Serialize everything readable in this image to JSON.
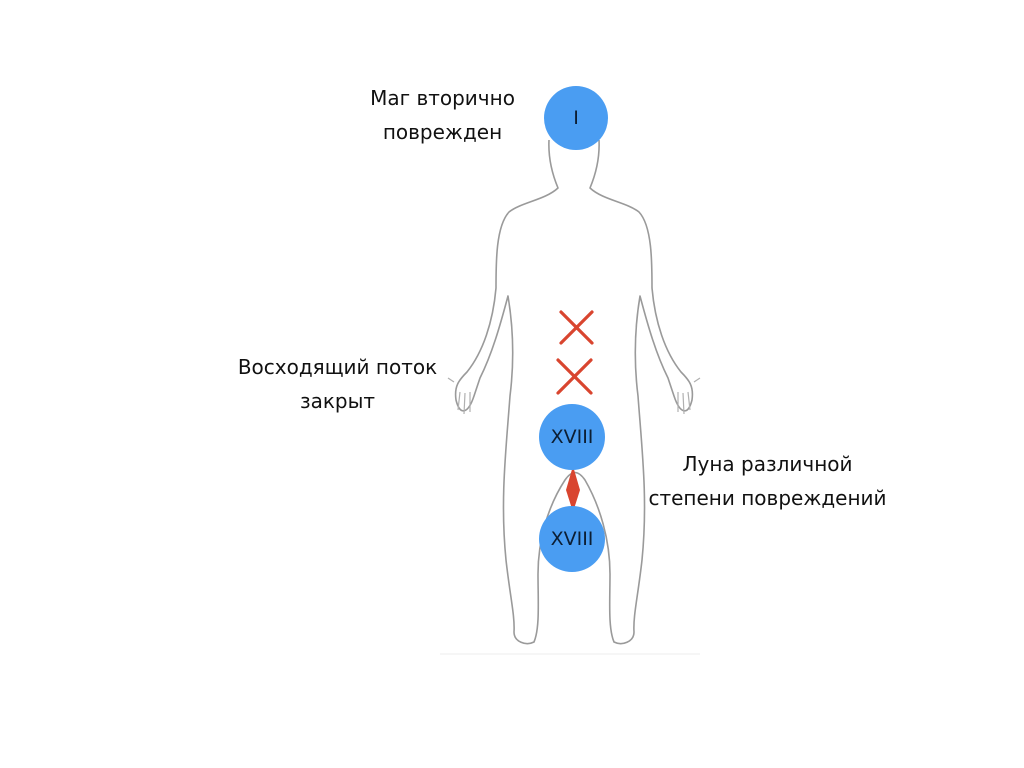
{
  "labels": {
    "magician": [
      "Маг вторично",
      "поврежден"
    ],
    "ascending_flow": [
      "Восходящий поток",
      "закрыт"
    ],
    "moon": [
      "Луна различной",
      "степени повреждений"
    ]
  },
  "markers": {
    "top": "I",
    "middle": "XVIII",
    "lower": "XVIII"
  },
  "colors": {
    "marker_fill": "#4a9df2",
    "cross": "#d9452f",
    "link": "#d9452f",
    "body_outline": "#9a9a9a"
  }
}
